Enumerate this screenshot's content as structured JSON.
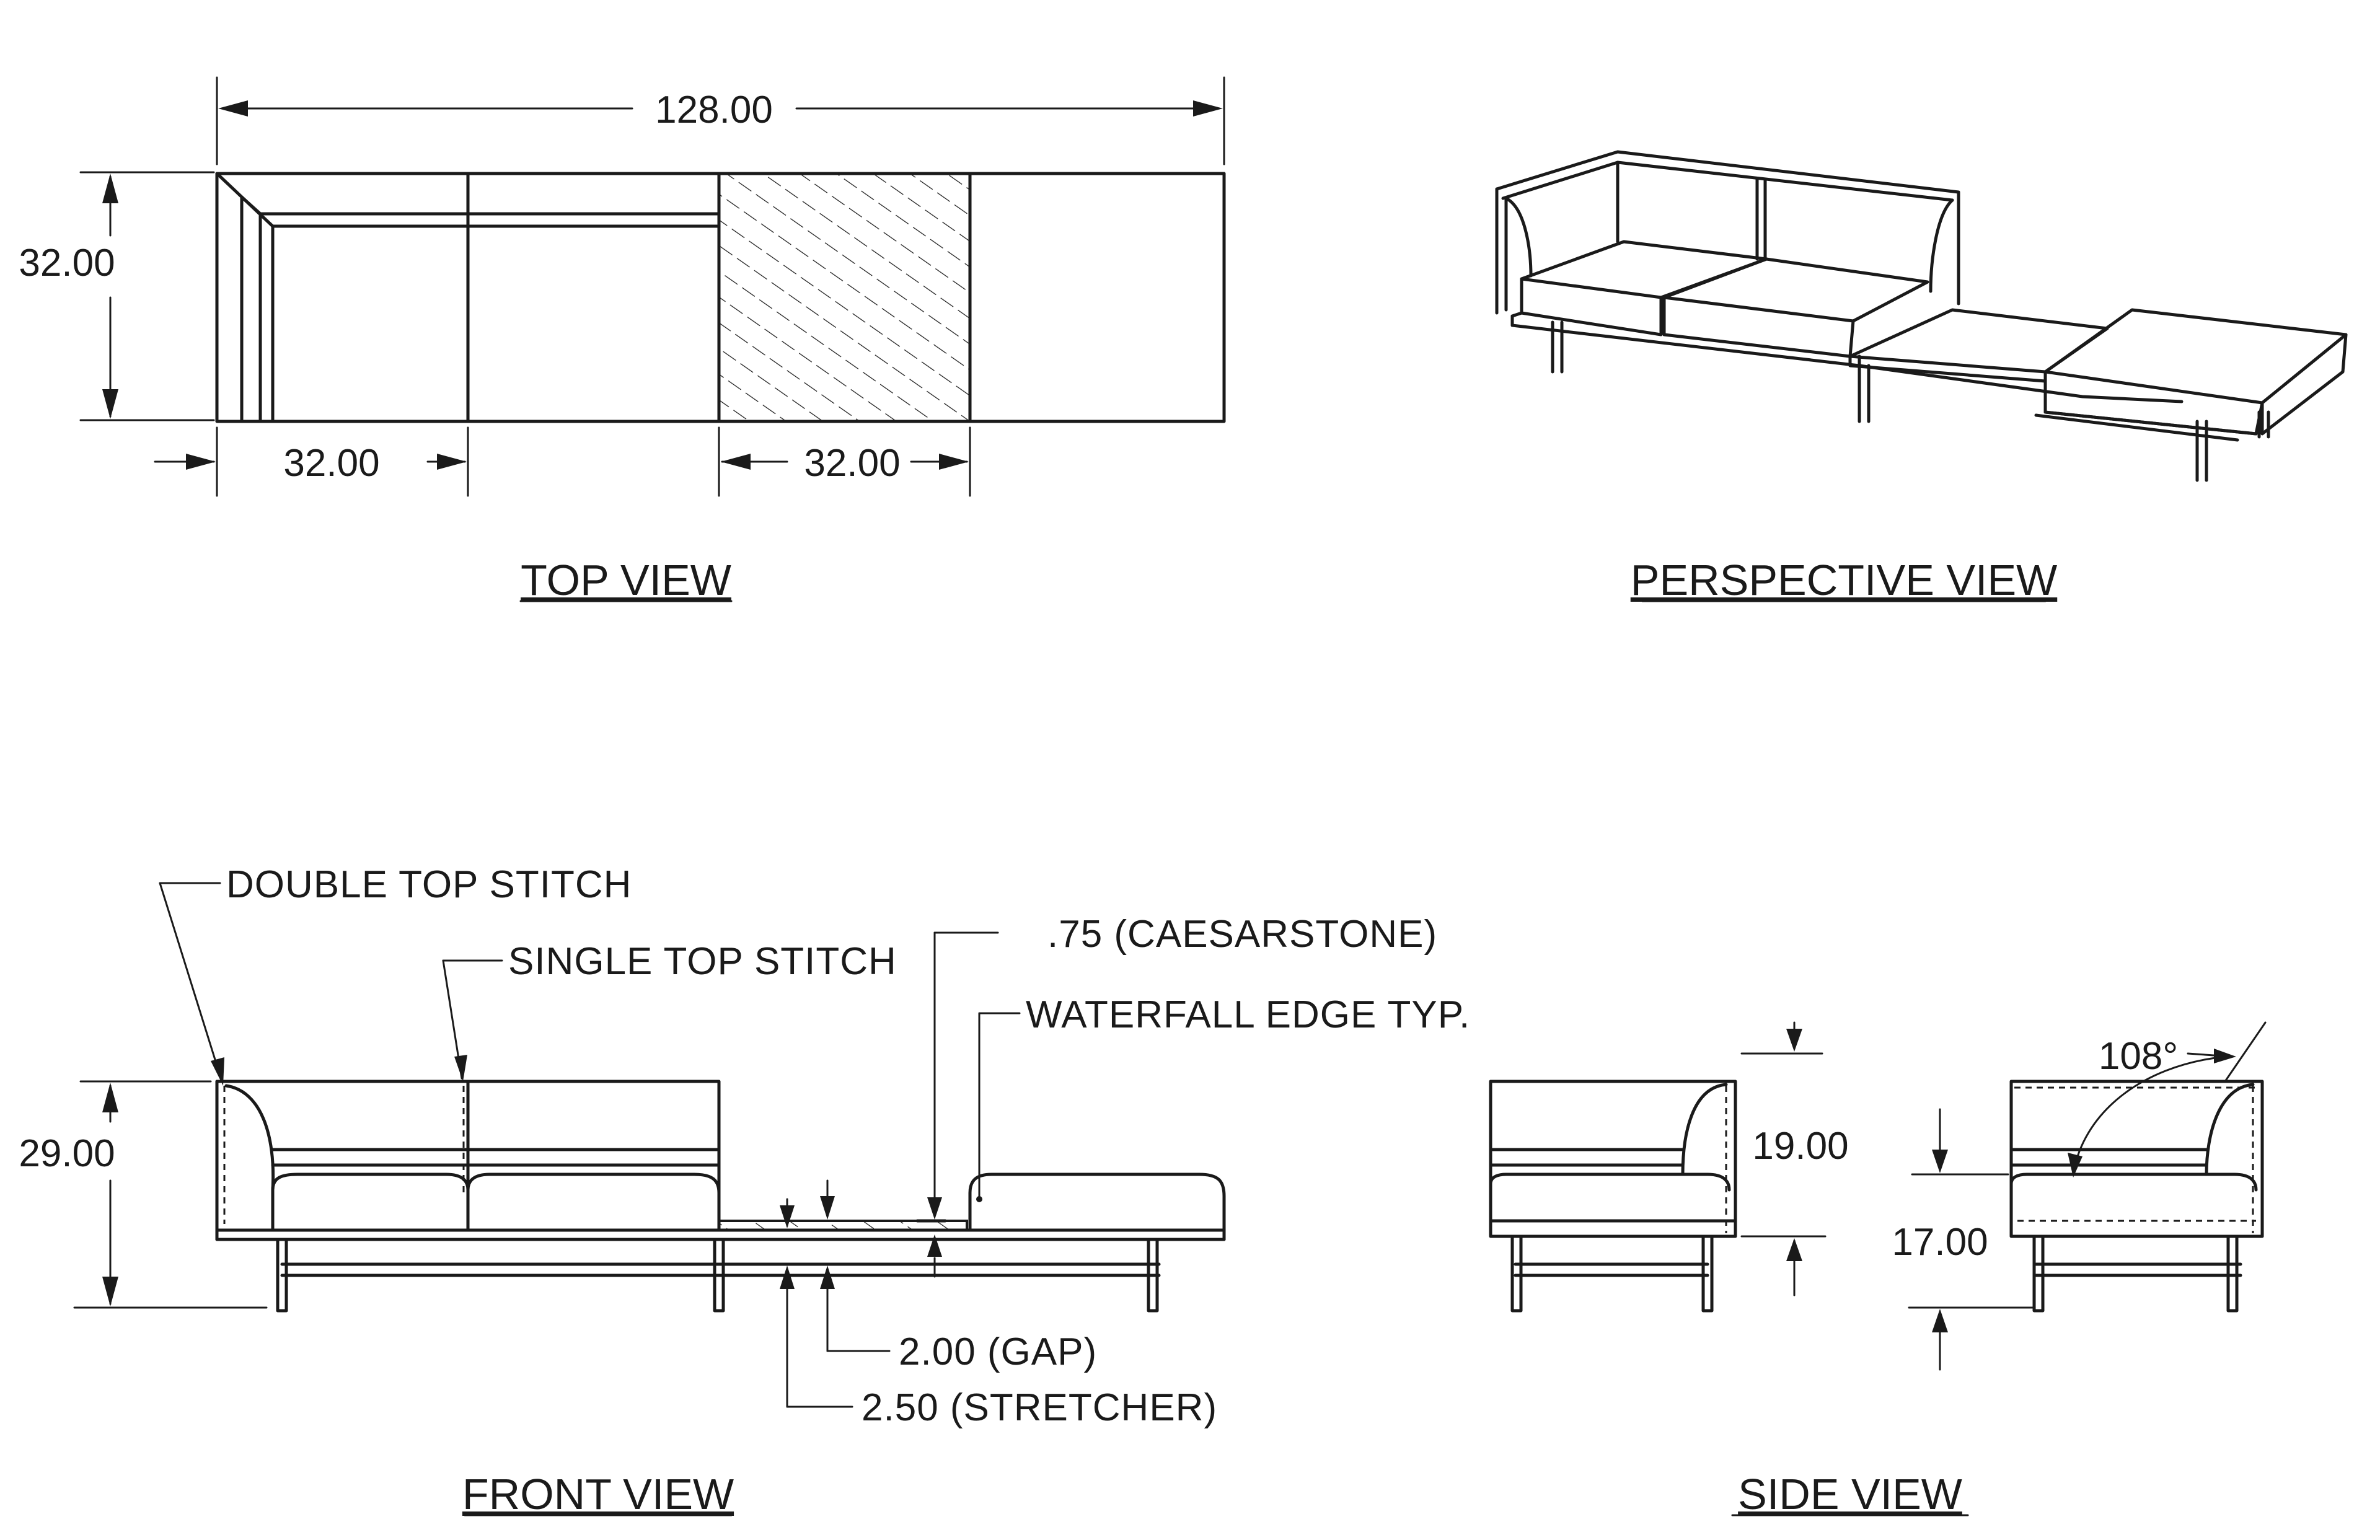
{
  "views": {
    "top": "TOP VIEW",
    "perspective": "PERSPECTIVE VIEW",
    "front": "FRONT VIEW",
    "side": "SIDE VIEW"
  },
  "dimensions": {
    "overall_length": "128.00",
    "depth": "32.00",
    "module_width_left": "32.00",
    "module_width_hatched": "32.00",
    "overall_height": "29.00",
    "back_height": "19.00",
    "seat_height": "17.00",
    "back_angle": "108°"
  },
  "notes": {
    "double_stitch": "DOUBLE TOP STITCH",
    "single_stitch": "SINGLE TOP STITCH",
    "caesarstone": ".75  (CAESARSTONE)",
    "waterfall": "WATERFALL EDGE TYP.",
    "gap": "2.00 (GAP)",
    "stretcher": "2.50 (STRETCHER)"
  }
}
